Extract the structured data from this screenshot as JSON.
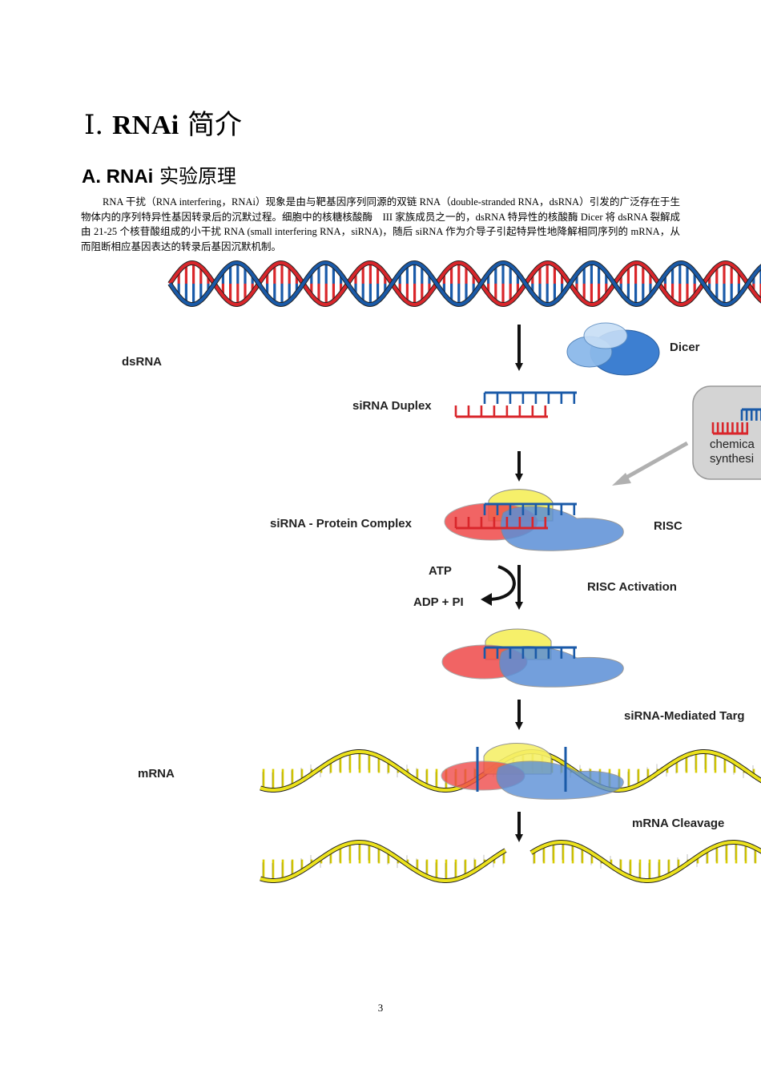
{
  "heading1": {
    "numeral": "Ⅰ.",
    "bold": "RNAi",
    "rest": "简介"
  },
  "heading2": {
    "bold": "A.  RNAi",
    "rest": "实验原理"
  },
  "paragraph": "RNA 干扰（RNA interfering，RNAi）现象是由与靶基因序列同源的双链 RNA（double-stranded RNA，dsRNA）引发的广泛存在于生物体内的序列特异性基因转录后的沉默过程。细胞中的核糖核酸酶　III 家族成员之一的，dsRNA 特异性的核酸酶 Dicer 将 dsRNA 裂解成由 21-25 个核苷酸组成的小干扰 RNA (small interfering RNA，siRNA)，随后 siRNA 作为介导子引起特异性地降解相同序列的 mRNA，从而阻断相应基因表达的转录后基因沉默机制。",
  "figure": {
    "labels": {
      "dsrna": "dsRNA",
      "dicer": "Dicer",
      "sirna_duplex": "siRNA Duplex",
      "chemical": "chemica",
      "synthesis": "synthesi",
      "complex": "siRNA - Protein Complex",
      "risc": "RISC",
      "atp": "ATP",
      "adp": "ADP + PI",
      "risc_activation": "RISC Activation",
      "targeting": "siRNA-Mediated Targ",
      "mrna": "mRNA",
      "cleavage": "mRNA Cleavage"
    },
    "colors": {
      "dsrna_red": "#d9262b",
      "dsrna_blue": "#1a5aa8",
      "mrna_yellow": "#ece21c",
      "protein_blue": "#5b8fd6",
      "protein_red": "#ef4a4a",
      "protein_yellow": "#f6f06a"
    }
  },
  "page_number": "3"
}
